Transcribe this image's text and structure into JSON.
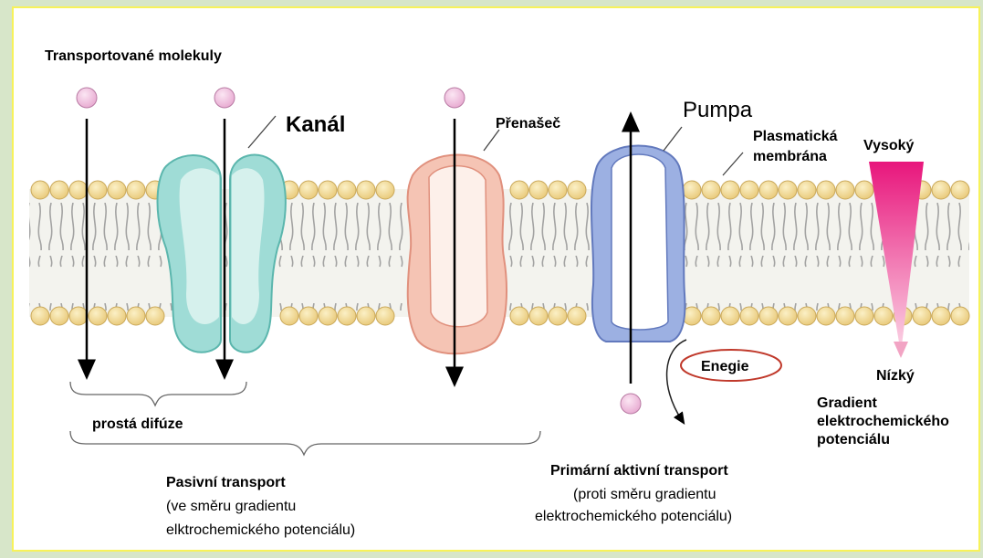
{
  "labels": {
    "transported_molecules": "Transportované molekuly",
    "channel": "Kanál",
    "carrier": "Přenašeč",
    "pump": "Pumpa",
    "membrane_line1": "Plasmatická",
    "membrane_line2": "membrána",
    "high": "Vysoký",
    "low": "Nízký",
    "gradient_line1": "Gradient",
    "gradient_line2": "elektrochemického",
    "gradient_line3": "potenciálu",
    "energy": "Enegie",
    "simple_diffusion": "prostá difúze",
    "passive_title": "Pasivní transport",
    "passive_sub1": "(ve směru gradientu",
    "passive_sub2": "elktrochemického potenciálu)",
    "active_title": "Primární aktivní transport",
    "active_sub1": "(proti směru gradientu",
    "active_sub2": "elektrochemického potenciálu)"
  },
  "colors": {
    "background": "#d7e6c9",
    "frame_border": "#f7f25a",
    "lipid_head": "#f3dc95",
    "channel": "#9fdcd6",
    "carrier": "#f5c4b4",
    "pump": "#9cb0e2",
    "molecule": "#f2c3e1",
    "gradient_top": "#e8167c",
    "energy_oval": "#c0392b"
  }
}
